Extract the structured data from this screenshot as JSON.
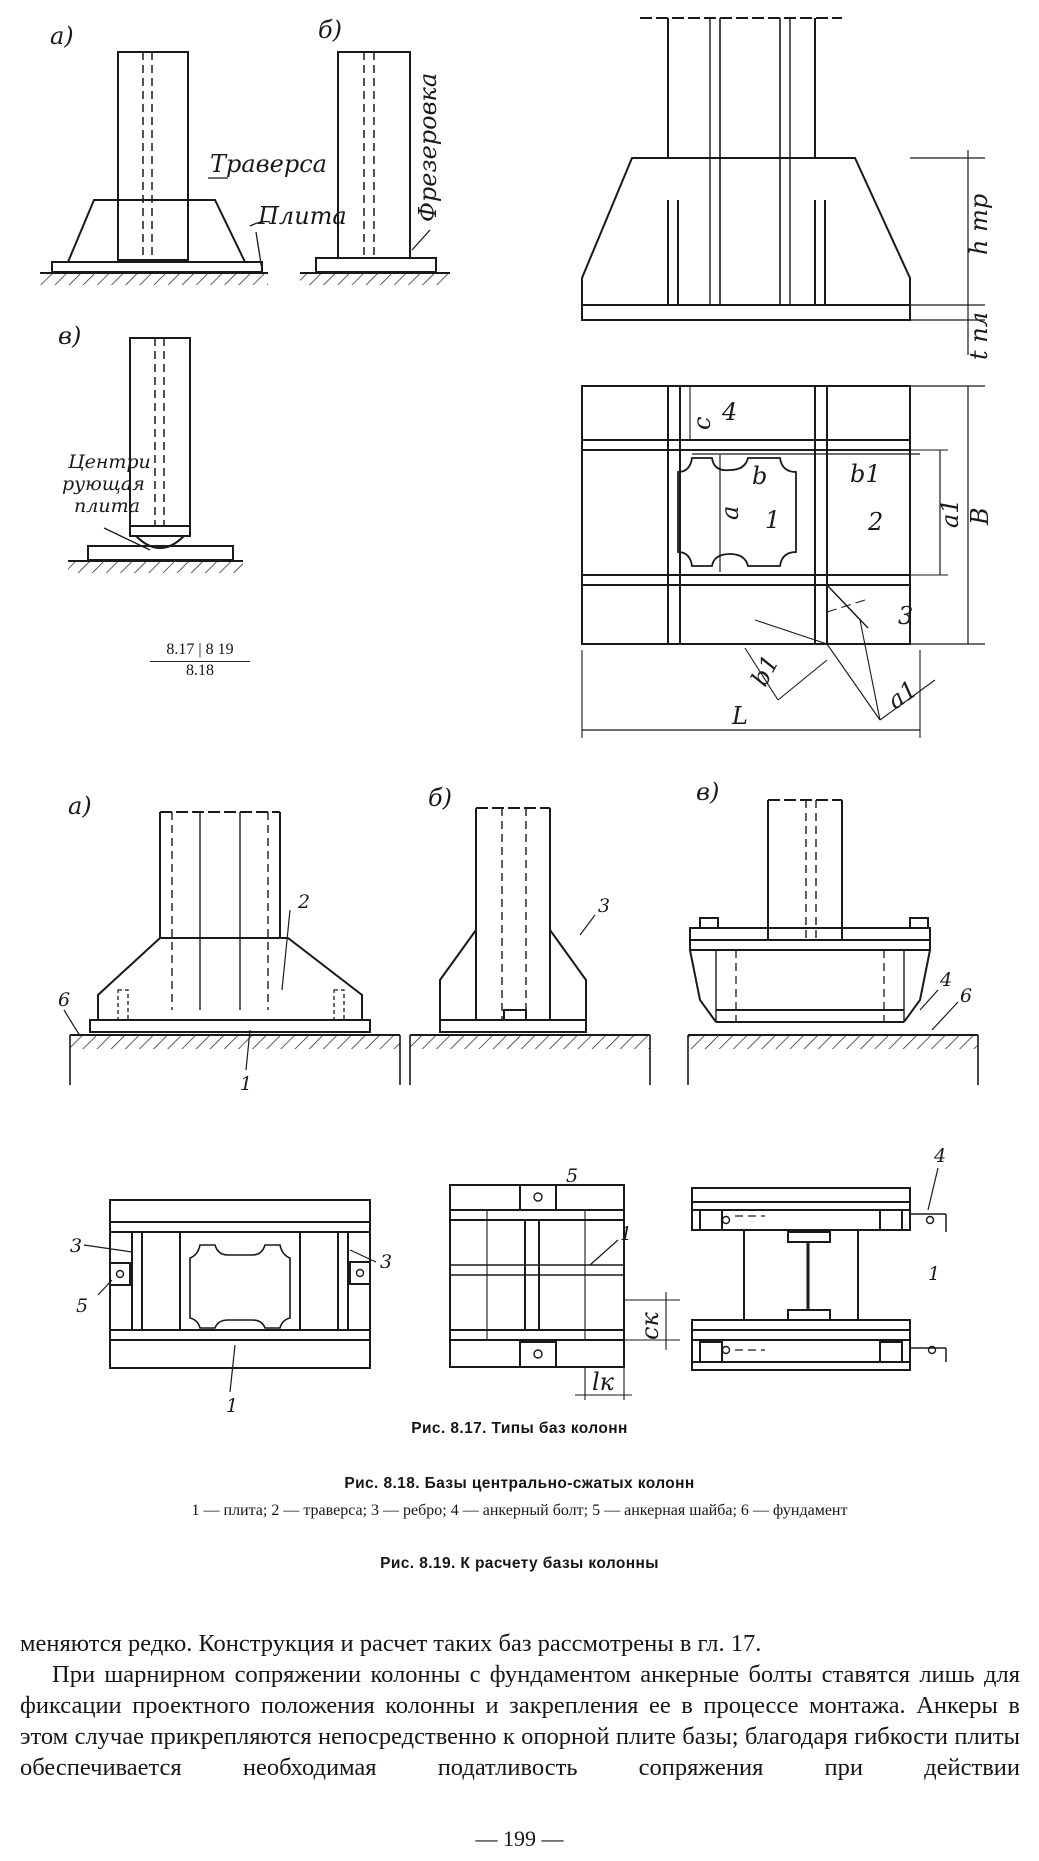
{
  "figure_labels": {
    "a": "а)",
    "b": "б)",
    "v": "в)",
    "traversa": "Траверса",
    "plita": "Плита",
    "frezerovka": "Фрезеровка",
    "centr_1": "Центри",
    "centr_2": "рующая",
    "centr_3": "плита",
    "h_tr": "h тр",
    "t_pl": "t пл",
    "c": "c",
    "b_dim": "b",
    "b1": "b1",
    "a_dim": "a",
    "a1": "a1",
    "B": "B",
    "L": "L",
    "zone_1": "1",
    "zone_2": "2",
    "zone_3": "3",
    "zone_4": "4",
    "n1": "1",
    "n2": "2",
    "n3": "3",
    "n4": "4",
    "n5": "5",
    "n6": "6",
    "ck": "cк",
    "lk": "lк"
  },
  "cross_ref": {
    "top": "8.17 | 8 19",
    "bottom": "8.18"
  },
  "captions": {
    "fig_817": "Рис. 8.17. Типы баз колонн",
    "fig_818": "Рис. 8.18. Базы центрально-сжатых колонн",
    "fig_818_legend": "1 — плита; 2 — траверса; 3 — ребро; 4 — анкерный болт; 5 — анкерная шайба; 6 — фундамент",
    "fig_819": "Рис. 8.19. К расчету базы колонны"
  },
  "body": {
    "line1": "меняются редко. Конструкция и расчет таких баз рассмотрены в гл. 17.",
    "para2": "При шарнирном сопряжении колонны с фундаментом анкерные болты ставятся лишь для фиксации проектного положения колонны и закрепления ее в процессе монтажа. Анкеры в этом случае прикрепляются непосредственно к опорной плите базы; благодаря гибкости плиты обеспечивается необходимая податливость сопряжения при действии"
  },
  "page_number": "— 199 —"
}
